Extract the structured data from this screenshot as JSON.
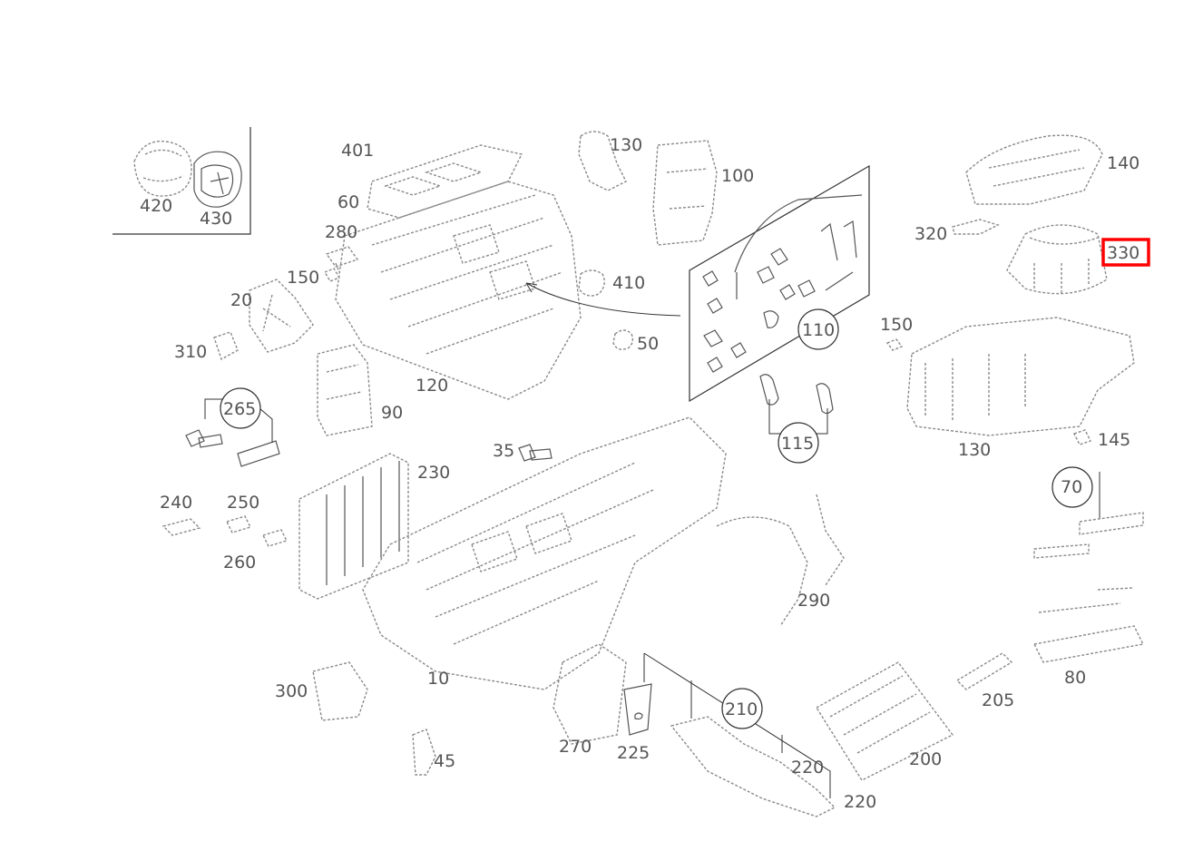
{
  "diagram": {
    "highlight_color": "#ff0000",
    "labels": [
      {
        "id": "420",
        "text": "420"
      },
      {
        "id": "430",
        "text": "430"
      },
      {
        "id": "401",
        "text": "401"
      },
      {
        "id": "60",
        "text": "60"
      },
      {
        "id": "280",
        "text": "280"
      },
      {
        "id": "150a",
        "text": "150"
      },
      {
        "id": "20",
        "text": "20"
      },
      {
        "id": "310",
        "text": "310"
      },
      {
        "id": "130a",
        "text": "130"
      },
      {
        "id": "100",
        "text": "100"
      },
      {
        "id": "410",
        "text": "410"
      },
      {
        "id": "50",
        "text": "50"
      },
      {
        "id": "120",
        "text": "120"
      },
      {
        "id": "90",
        "text": "90"
      },
      {
        "id": "110",
        "text": "110"
      },
      {
        "id": "115",
        "text": "115"
      },
      {
        "id": "140",
        "text": "140"
      },
      {
        "id": "320",
        "text": "320"
      },
      {
        "id": "330",
        "text": "330"
      },
      {
        "id": "150b",
        "text": "150"
      },
      {
        "id": "130b",
        "text": "130"
      },
      {
        "id": "145",
        "text": "145"
      },
      {
        "id": "70",
        "text": "70"
      },
      {
        "id": "265",
        "text": "265"
      },
      {
        "id": "35",
        "text": "35"
      },
      {
        "id": "230",
        "text": "230"
      },
      {
        "id": "240",
        "text": "240"
      },
      {
        "id": "250",
        "text": "250"
      },
      {
        "id": "260",
        "text": "260"
      },
      {
        "id": "290",
        "text": "290"
      },
      {
        "id": "80",
        "text": "80"
      },
      {
        "id": "300",
        "text": "300"
      },
      {
        "id": "10",
        "text": "10"
      },
      {
        "id": "210",
        "text": "210"
      },
      {
        "id": "205",
        "text": "205"
      },
      {
        "id": "270",
        "text": "270"
      },
      {
        "id": "225",
        "text": "225"
      },
      {
        "id": "220a",
        "text": "220"
      },
      {
        "id": "200",
        "text": "200"
      },
      {
        "id": "45",
        "text": "45"
      },
      {
        "id": "220b",
        "text": "220"
      }
    ],
    "highlighted_label": "330"
  }
}
